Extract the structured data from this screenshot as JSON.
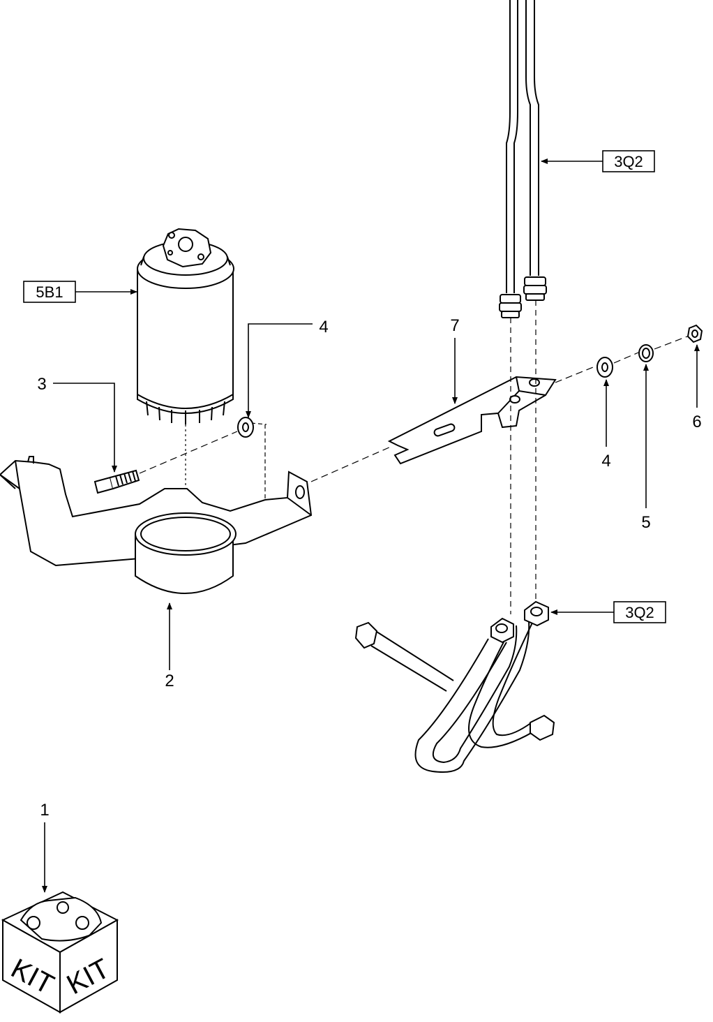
{
  "diagram": {
    "callouts": {
      "kit": "1",
      "bracket": "2",
      "bolt": "3",
      "washer_left": "4",
      "washer_right": "4",
      "lock_washer": "5",
      "nut": "6",
      "clamp_plate": "7"
    },
    "references": {
      "filter": "5B1",
      "upper_pipes": "3Q2",
      "lower_hoses": "3Q2"
    },
    "kit_labels": [
      "KIT",
      "KIT"
    ]
  }
}
